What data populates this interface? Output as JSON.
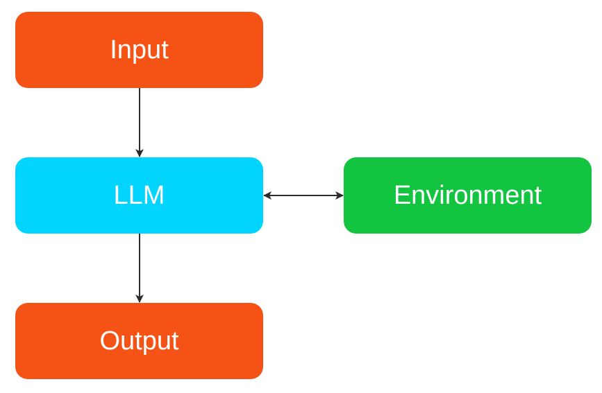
{
  "nodes": {
    "input": {
      "label": "Input",
      "color": "#F55316"
    },
    "llm": {
      "label": "LLM",
      "color": "#00D4FF"
    },
    "output": {
      "label": "Output",
      "color": "#F55316"
    },
    "environment": {
      "label": "Environment",
      "color": "#12C43F"
    }
  },
  "edges": [
    {
      "from": "input",
      "to": "llm",
      "direction": "forward"
    },
    {
      "from": "llm",
      "to": "output",
      "direction": "forward"
    },
    {
      "from": "llm",
      "to": "environment",
      "direction": "both"
    }
  ],
  "arrow_color": "#2b2b2b"
}
